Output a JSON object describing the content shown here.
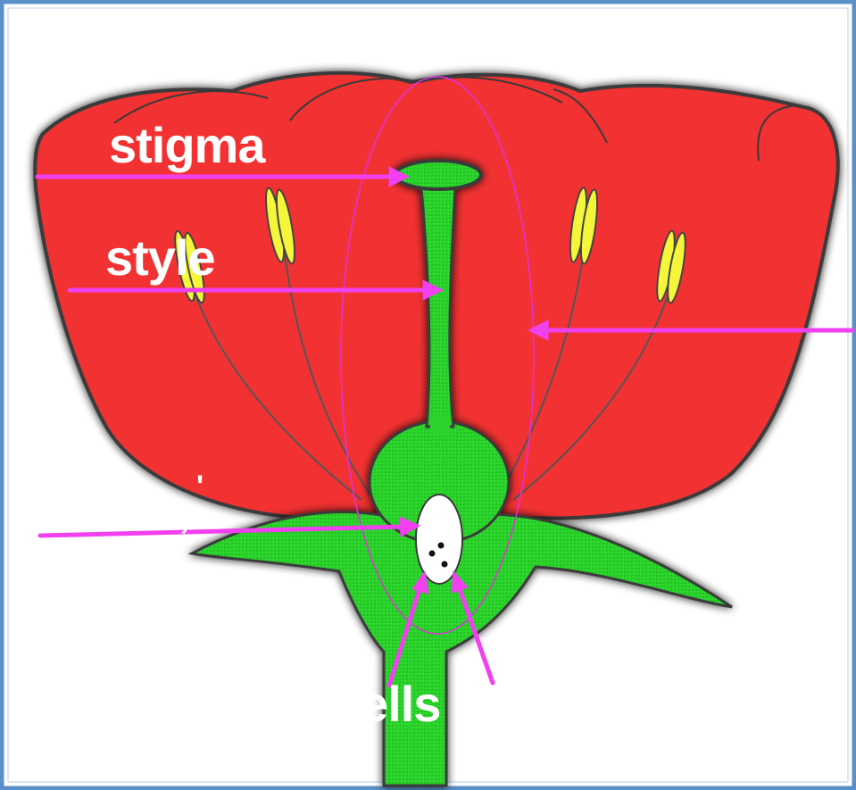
{
  "diagram": {
    "labels": {
      "stigma": "stigma",
      "style": "style",
      "cells": "ells"
    },
    "colors": {
      "border": "#5b8fc7",
      "petal": "#f23030",
      "petal_shadow": "#3a3a3a",
      "stem": "#2bd42b",
      "anther": "#f5f53a",
      "arrow": "#f040f0",
      "ovule": "#ffffff"
    }
  }
}
